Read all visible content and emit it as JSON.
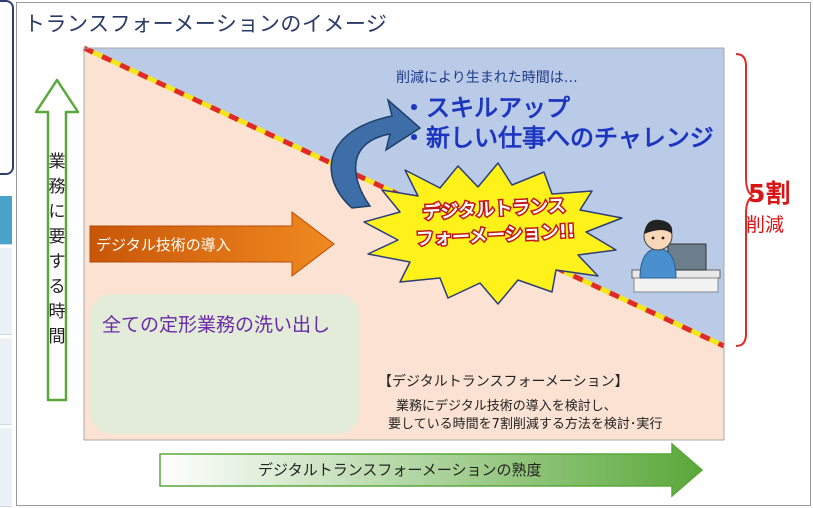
{
  "title": "トランスフォーメーションのイメージ",
  "y_axis": {
    "label": "業務に要する時間"
  },
  "x_axis": {
    "label": "デジタルトランスフォーメーションの熟度"
  },
  "reduced_time": {
    "lead": "削減により生まれた時間は…",
    "items": [
      "・スキルアップ",
      "・新しい仕事へのチャレンジ"
    ]
  },
  "burst": {
    "lines": [
      "デジタルトランス",
      "フォーメーション!!"
    ]
  },
  "digital_intro": "デジタル技術の導入",
  "reduction": {
    "value": "5割",
    "word": "削減"
  },
  "routine_box": {
    "title": "全ての定形業務の洗い出し"
  },
  "dx_section": {
    "title": "【デジタルトランスフォーメーション】",
    "desc": [
      "業務にデジタル技術の導入を検討し、",
      "要している時間を7割削減する方法を検討･実行"
    ]
  },
  "colors": {
    "upper_region": "#b9cbe6",
    "lower_region": "#fbe2d2",
    "diagonal_dash_red": "#e02a2a",
    "diagonal_dash_yellow": "#f4e61a",
    "axis_arrow_green": "#5aa83a",
    "intro_arrow_orange": "#e06c10",
    "curved_arrow_blue": "#3e6ea7",
    "burst_yellow": "#fff21a",
    "reduction_red": "#d81414"
  }
}
